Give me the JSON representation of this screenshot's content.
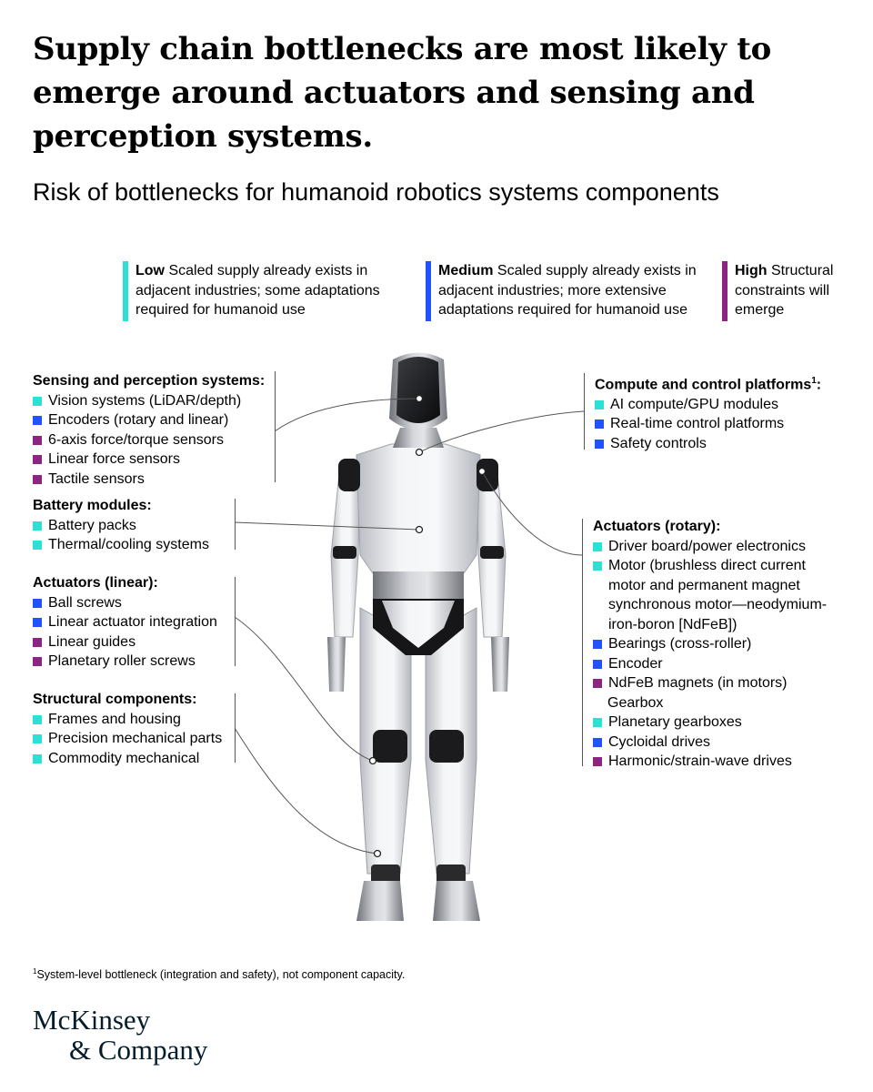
{
  "headline": "Supply chain bottlenecks are most likely to emerge around actuators and sensing and perception systems.",
  "subtitle": "Risk of bottlenecks for humanoid robotics systems components",
  "colors": {
    "low": "#2de0d6",
    "medium": "#2251ff",
    "high": "#8c2482"
  },
  "legend": [
    {
      "level": "low",
      "label": "Low",
      "description": "Scaled supply already exists in adjacent industries; some adaptations required for humanoid use"
    },
    {
      "level": "medium",
      "label": "Medium",
      "description": "Scaled supply already exists in adjacent industries; more extensive adaptations required for humanoid use"
    },
    {
      "level": "high",
      "label": "High",
      "description": "Structural constraints will emerge"
    }
  ],
  "groups": {
    "sensing": {
      "title": "Sensing and perception systems:",
      "items": [
        {
          "label": "Vision systems (LiDAR/depth)",
          "risk": "low"
        },
        {
          "label": "Encoders (rotary and linear)",
          "risk": "medium"
        },
        {
          "label": "6-axis force/torque sensors",
          "risk": "high"
        },
        {
          "label": "Linear force sensors",
          "risk": "high"
        },
        {
          "label": "Tactile sensors",
          "risk": "high"
        }
      ]
    },
    "battery": {
      "title": "Battery modules:",
      "items": [
        {
          "label": "Battery packs",
          "risk": "low"
        },
        {
          "label": "Thermal/cooling systems",
          "risk": "low"
        }
      ]
    },
    "actuators_linear": {
      "title": "Actuators (linear):",
      "items": [
        {
          "label": "Ball screws",
          "risk": "medium"
        },
        {
          "label": "Linear actuator integration",
          "risk": "medium"
        },
        {
          "label": "Linear guides",
          "risk": "high"
        },
        {
          "label": "Planetary roller screws",
          "risk": "high"
        }
      ]
    },
    "structural": {
      "title": "Structural components:",
      "items": [
        {
          "label": "Frames and housing",
          "risk": "low"
        },
        {
          "label": "Precision mechanical parts",
          "risk": "low"
        },
        {
          "label": "Commodity mechanical",
          "risk": "low"
        }
      ]
    },
    "compute": {
      "title": "Compute and control platforms",
      "title_sup": "1",
      "title_suffix": ":",
      "items": [
        {
          "label": "AI compute/GPU modules",
          "risk": "low"
        },
        {
          "label": "Real-time control platforms",
          "risk": "medium"
        },
        {
          "label": "Safety controls",
          "risk": "medium"
        }
      ]
    },
    "actuators_rotary": {
      "title": "Actuators (rotary):",
      "items": [
        {
          "label": "Driver board/power electronics",
          "risk": "low"
        },
        {
          "label": "Motor (brushless direct current motor and permanent magnet synchronous motor—neodymium-iron-boron [NdFeB])",
          "risk": "low"
        },
        {
          "label": "Bearings (cross-roller)",
          "risk": "medium"
        },
        {
          "label": "Encoder",
          "risk": "medium"
        },
        {
          "label": "NdFeB magnets (in motors)",
          "risk": "high"
        }
      ],
      "sublabel": "Gearbox",
      "subitems": [
        {
          "label": "Planetary gearboxes",
          "risk": "low"
        },
        {
          "label": "Cycloidal drives",
          "risk": "medium"
        },
        {
          "label": "Harmonic/strain-wave drives",
          "risk": "high"
        }
      ]
    }
  },
  "footnote": {
    "marker": "1",
    "text": "System-level bottleneck (integration and safety), not component capacity."
  },
  "logo": {
    "line1": "McKinsey",
    "line2": "& Company"
  }
}
